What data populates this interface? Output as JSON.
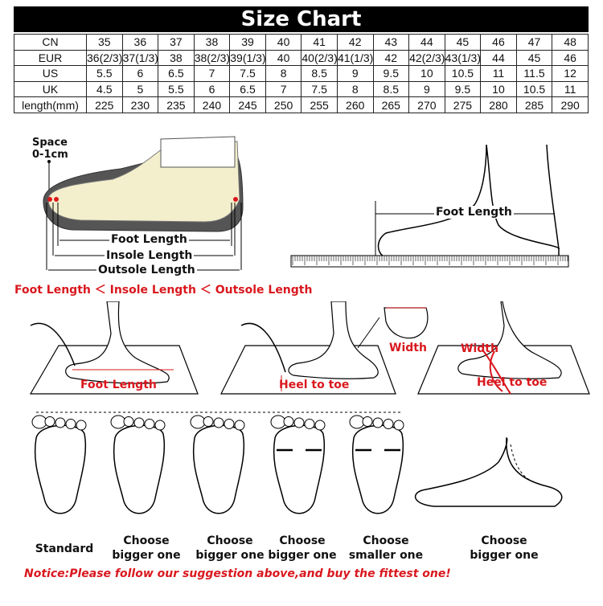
{
  "title": "Size Chart",
  "table": {
    "rows": [
      {
        "label": "CN",
        "cells": [
          "35",
          "36",
          "37",
          "38",
          "39",
          "40",
          "41",
          "42",
          "43",
          "44",
          "45",
          "46",
          "47",
          "48"
        ]
      },
      {
        "label": "EUR",
        "cells": [
          "36(2/3)",
          "37(1/3)",
          "38",
          "38(2/3)",
          "39(1/3)",
          "40",
          "40(2/3)",
          "41(1/3)",
          "42",
          "42(2/3)",
          "43(1/3)",
          "44",
          "45",
          "46"
        ]
      },
      {
        "label": "US",
        "cells": [
          "5.5",
          "6",
          "6.5",
          "7",
          "7.5",
          "8",
          "8.5",
          "9",
          "9.5",
          "10",
          "10.5",
          "11",
          "11.5",
          "12"
        ]
      },
      {
        "label": "UK",
        "cells": [
          "4.5",
          "5",
          "5.5",
          "6",
          "6.5",
          "7",
          "7.5",
          "8",
          "8.5",
          "9",
          "9.5",
          "10",
          "10.5",
          "11"
        ]
      },
      {
        "label": "length(mm)",
        "cells": [
          "225",
          "230",
          "235",
          "240",
          "245",
          "250",
          "255",
          "260",
          "265",
          "270",
          "275",
          "280",
          "285",
          "290"
        ]
      }
    ]
  },
  "shoe_diagram": {
    "space_label_line1": "Space",
    "space_label_line2": "0-1cm",
    "foot_length": "Foot Length",
    "insole_length": "Insole Length",
    "outsole_length": "Outsole Length",
    "comparison": "Foot Length ＜ Insole Length ＜ Outsole Length"
  },
  "ruler_diagram": {
    "foot_length": "Foot Length"
  },
  "measure_steps": {
    "step1": "Foot Length",
    "step2": "Heel to toe",
    "step3_width": "Width",
    "step4_width": "Width",
    "step4_heel": "Heel to toe"
  },
  "foot_types": [
    {
      "line1": "Standard",
      "line2": ""
    },
    {
      "line1": "Choose",
      "line2": "bigger one"
    },
    {
      "line1": "Choose",
      "line2": "bigger one"
    },
    {
      "line1": "Choose",
      "line2": "bigger one"
    },
    {
      "line1": "Choose",
      "line2": "smaller one"
    },
    {
      "line1": "Choose",
      "line2": "bigger one"
    }
  ],
  "notice": "Notice:Please follow our suggestion above,and buy the fittest one!",
  "colors": {
    "accent_red": "#d9181e",
    "title_bg": "#000000"
  }
}
